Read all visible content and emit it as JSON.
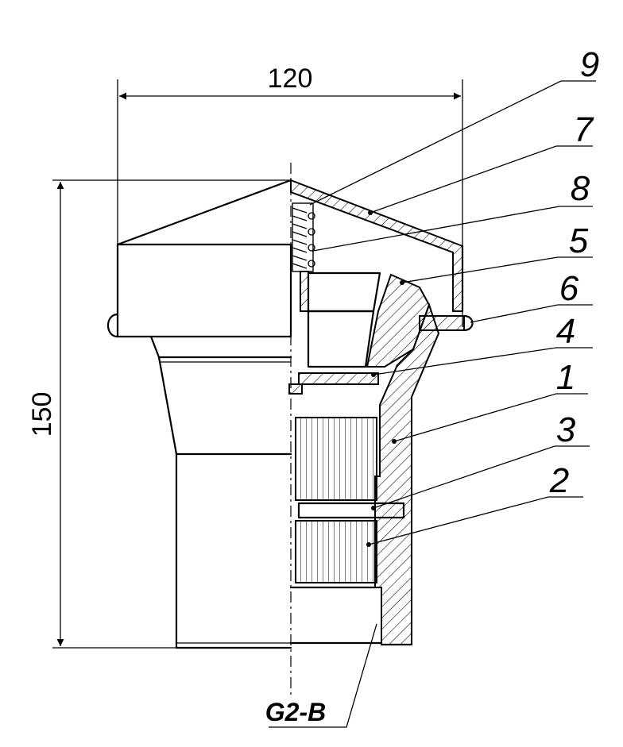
{
  "dimensions": {
    "width": "120",
    "height": "150"
  },
  "thread_label": "G2-B",
  "callouts": [
    {
      "id": "9",
      "label": "9"
    },
    {
      "id": "7",
      "label": "7"
    },
    {
      "id": "8",
      "label": "8"
    },
    {
      "id": "5",
      "label": "5"
    },
    {
      "id": "6",
      "label": "6"
    },
    {
      "id": "4",
      "label": "4"
    },
    {
      "id": "1",
      "label": "1"
    },
    {
      "id": "3",
      "label": "3"
    },
    {
      "id": "2",
      "label": "2"
    }
  ]
}
